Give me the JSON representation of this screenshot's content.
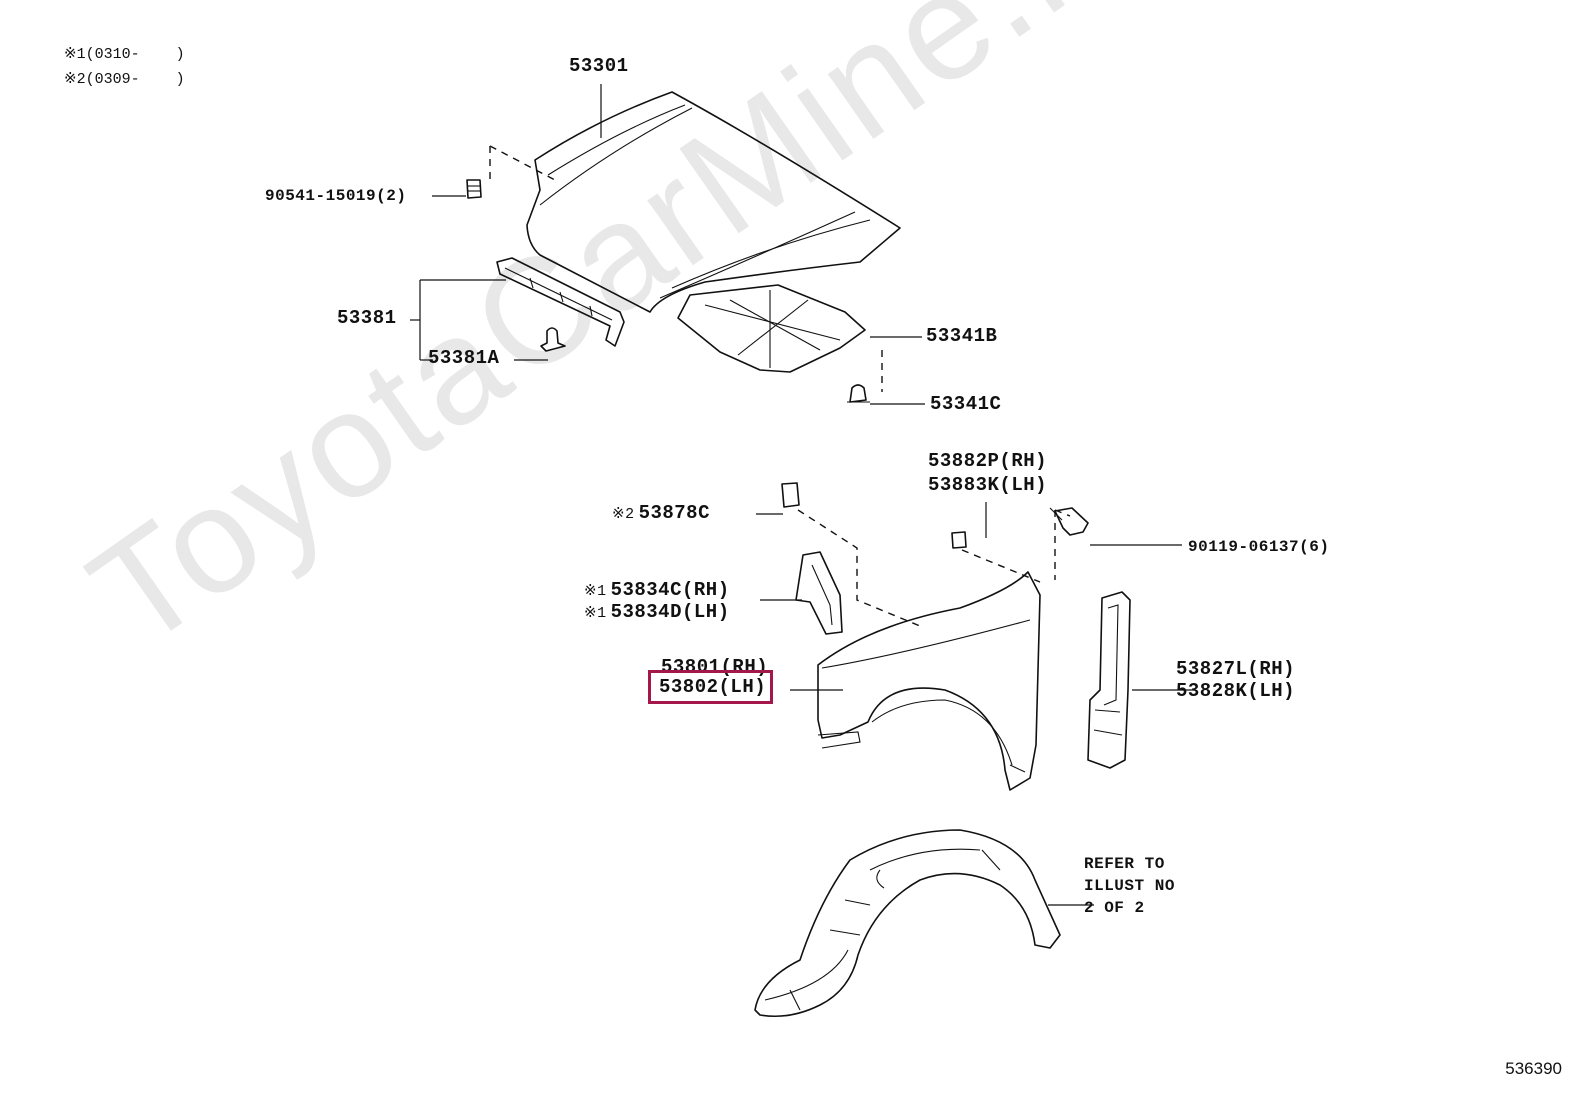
{
  "watermark": "ToyotaCarMine.ru",
  "diagram_id": "536390",
  "legend": [
    {
      "mark": "※1",
      "text": "(0310-    )"
    },
    {
      "mark": "※2",
      "text": "(0309-    )"
    }
  ],
  "parts": {
    "hood": "53301",
    "hood_cushion": "90541-15019(2)",
    "seal_hood_to_radiator": "53381",
    "seal_clip": "53381A",
    "hood_insulator": "53341B",
    "insulator_clip": "53341C",
    "fender_liner_seal_rh": "53882P(RH)",
    "fender_liner_seal_lh": "53883K(LH)",
    "fender_bolt": "90119-06137(6)",
    "fender_retainer": {
      "mark": "※2",
      "text": "53878C"
    },
    "fender_bracket_rh": {
      "mark": "※1",
      "text": "53834C(RH)"
    },
    "fender_bracket_lh": {
      "mark": "※1",
      "text": "53834D(LH)"
    },
    "fender_rh": "53801(RH)",
    "fender_lh": "53802(LH)",
    "fender_protector_rh": "53827L(RH)",
    "fender_protector_lh": "53828K(LH)"
  },
  "note": [
    "REFER TO",
    "ILLUST NO",
    "2 OF 2"
  ]
}
